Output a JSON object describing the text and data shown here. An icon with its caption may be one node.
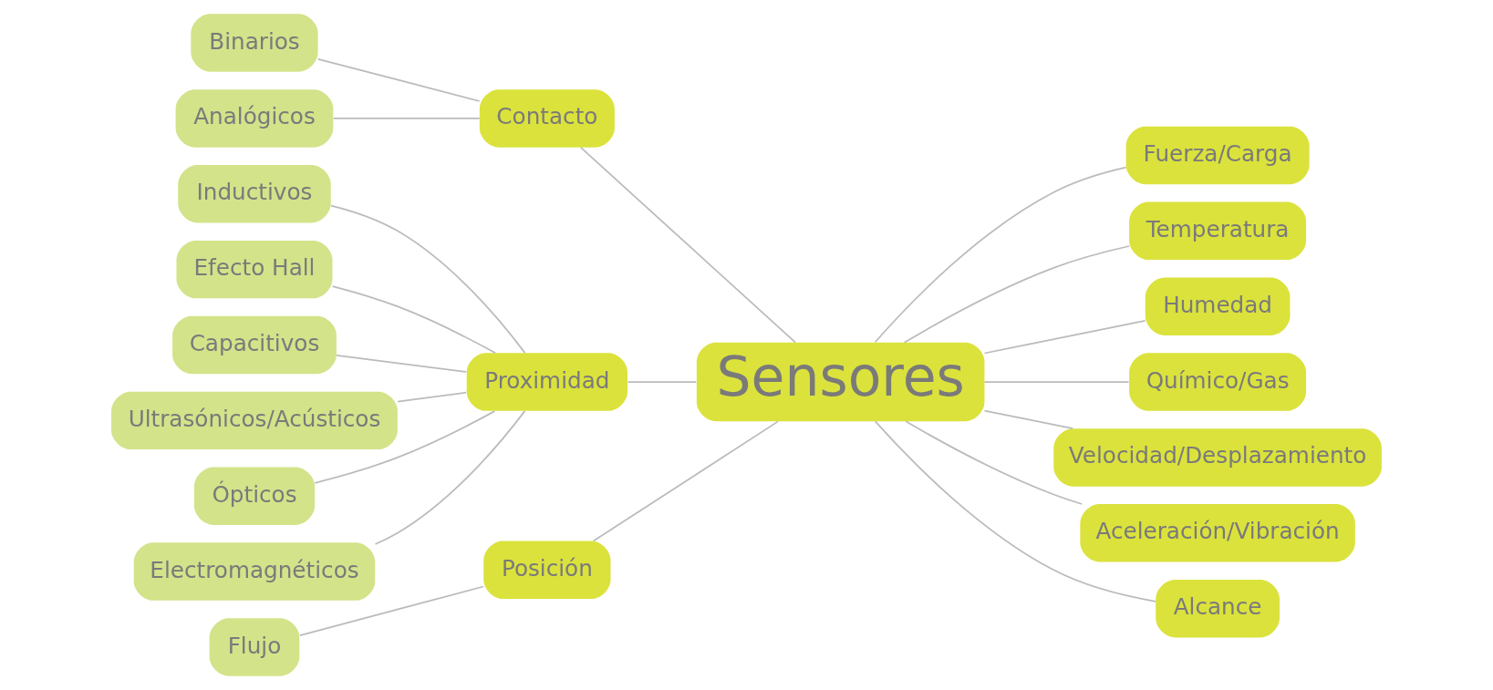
{
  "diagram": {
    "nodes": [
      {
        "text": [
          "Sensores"
        ]
      },
      {
        "text": [
          "Contacto"
        ]
      },
      {
        "text": [
          "Binarios"
        ]
      },
      {
        "text": [
          "Analógicos"
        ]
      },
      {
        "text": [
          "Proximidad"
        ]
      },
      {
        "text": [
          "Inductivos"
        ]
      },
      {
        "text": [
          "Efecto Hall"
        ]
      },
      {
        "text": [
          "Capacitivos"
        ]
      },
      {
        "text": [
          "Ultrasónicos/Acústicos"
        ]
      },
      {
        "text": [
          "Ópticos"
        ]
      },
      {
        "text": [
          "Electromagnéticos"
        ]
      },
      {
        "text": [
          "Posición"
        ]
      },
      {
        "text": [
          "Flujo"
        ]
      },
      {
        "text": [
          "Fuerza/Carga"
        ]
      },
      {
        "text": [
          "Temperatura"
        ]
      },
      {
        "text": [
          "Humedad"
        ]
      },
      {
        "text": [
          "Químico/Gas"
        ]
      },
      {
        "text": [
          "Velocidad/Desplazamiento"
        ]
      },
      {
        "text": [
          "Aceleración/Vibración"
        ]
      },
      {
        "text": [
          "Alcance"
        ]
      }
    ],
    "edges": [
      {
        "from": 0,
        "to": 1,
        "arrow": "none"
      },
      {
        "from": 1,
        "to": 2,
        "arrow": "none"
      },
      {
        "from": 1,
        "to": 3,
        "arrow": "none"
      },
      {
        "from": 0,
        "to": 4,
        "arrow": "none"
      },
      {
        "from": 4,
        "to": 5,
        "arrow": "none"
      },
      {
        "from": 4,
        "to": 6,
        "arrow": "none"
      },
      {
        "from": 4,
        "to": 7,
        "arrow": "none"
      },
      {
        "from": 4,
        "to": 8,
        "arrow": "none"
      },
      {
        "from": 4,
        "to": 9,
        "arrow": "none"
      },
      {
        "from": 4,
        "to": 10,
        "arrow": "none"
      },
      {
        "from": 0,
        "to": 11,
        "arrow": "none"
      },
      {
        "from": 11,
        "to": 12,
        "arrow": "none"
      },
      {
        "from": 0,
        "to": 13,
        "arrow": "none"
      },
      {
        "from": 0,
        "to": 14,
        "arrow": "none"
      },
      {
        "from": 0,
        "to": 15,
        "arrow": "none"
      },
      {
        "from": 0,
        "to": 16,
        "arrow": "none"
      },
      {
        "from": 0,
        "to": 17,
        "arrow": "none"
      },
      {
        "from": 0,
        "to": 18,
        "arrow": "none"
      },
      {
        "from": 0,
        "to": 19,
        "arrow": "none"
      }
    ]
  }
}
